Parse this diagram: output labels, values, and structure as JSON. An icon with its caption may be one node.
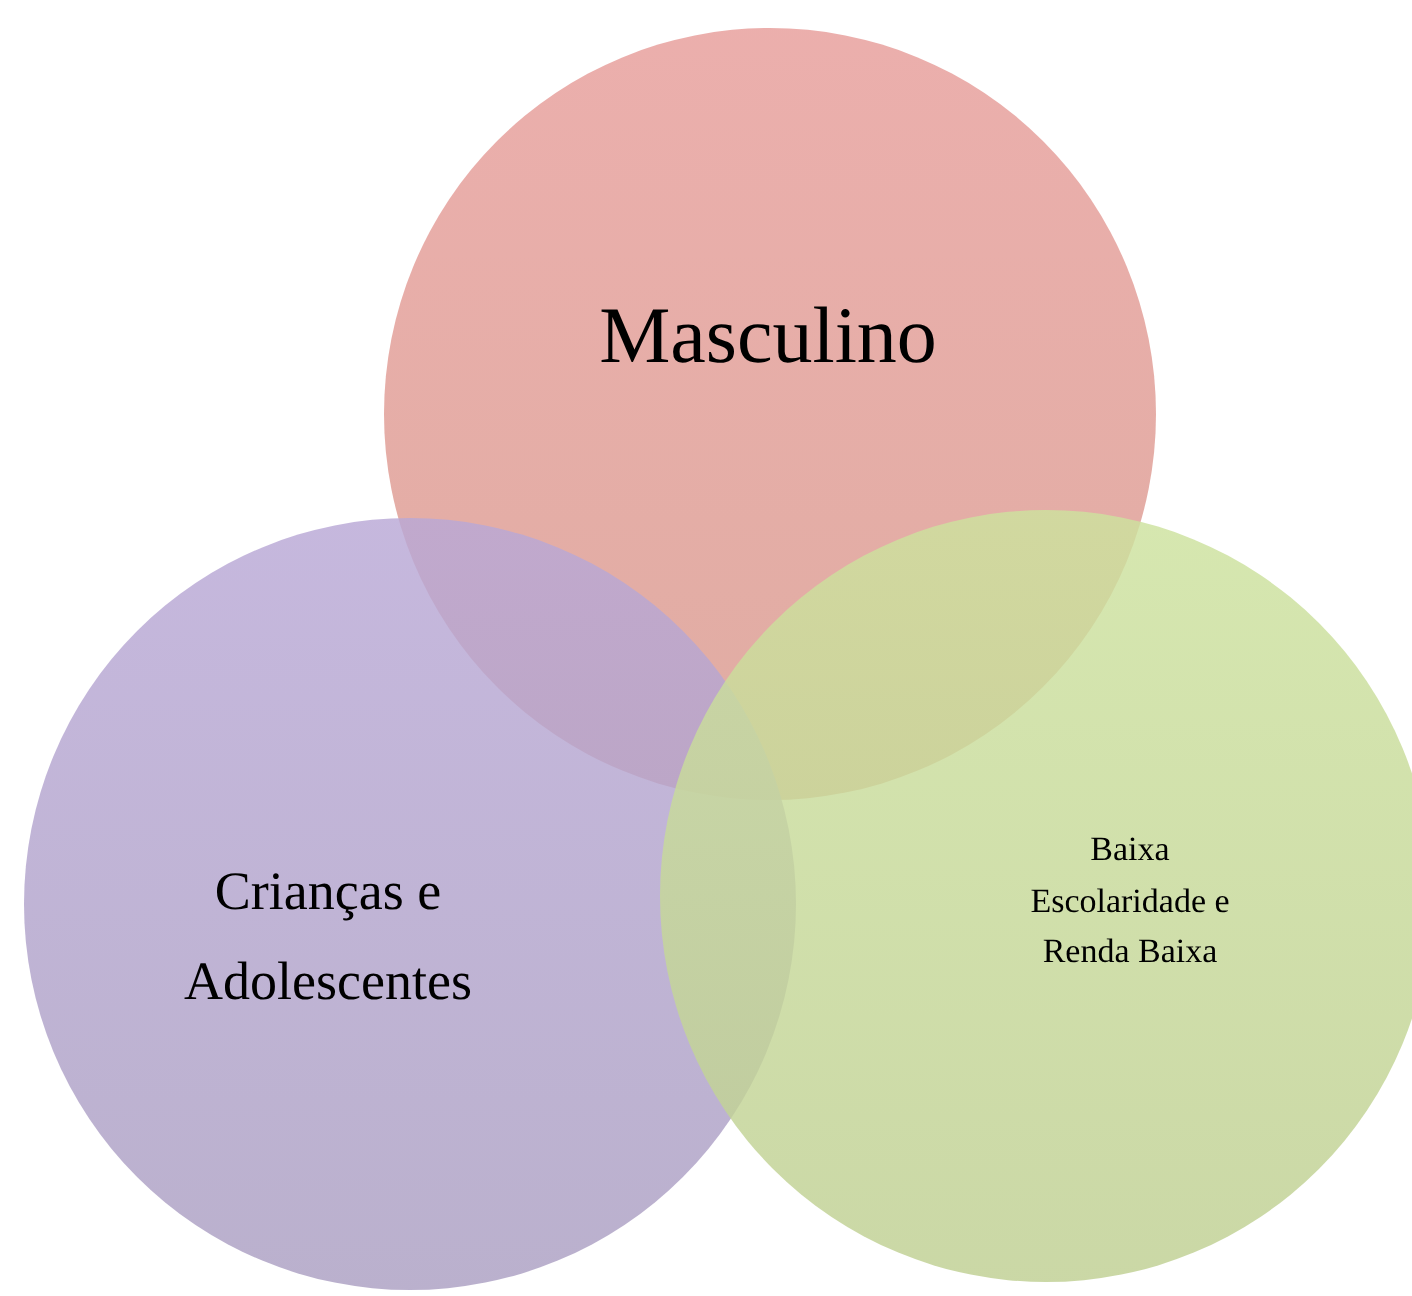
{
  "diagram": {
    "nodes": [
      {
        "text": [
          "Masculino"
        ]
      },
      {
        "text": [
          "Crianças e Adolescentes"
        ]
      },
      {
        "text": [
          "Baixa Escolaridade e Renda Baixa"
        ]
      }
    ]
  }
}
